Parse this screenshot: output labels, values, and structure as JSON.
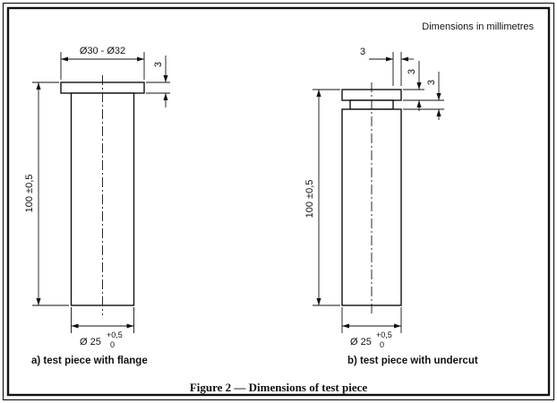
{
  "units_note": "Dimensions in millimetres",
  "caption": "Figure 2 — Dimensions of test piece",
  "piece_a": {
    "label": "a) test piece with flange",
    "flange_diameter": "Ø30 - Ø32",
    "flange_thickness": "3",
    "length": "100 ±0,5",
    "diameter": "Ø 25",
    "diameter_tol_upper": "+0,5",
    "diameter_tol_lower": "0"
  },
  "piece_b": {
    "label": "b) test piece with undercut",
    "undercut_depth": "3",
    "cap_thickness": "3",
    "undercut_width": "3",
    "length": "100 ±0,5",
    "diameter": "Ø 25",
    "diameter_tol_upper": "+0,5",
    "diameter_tol_lower": "0"
  }
}
